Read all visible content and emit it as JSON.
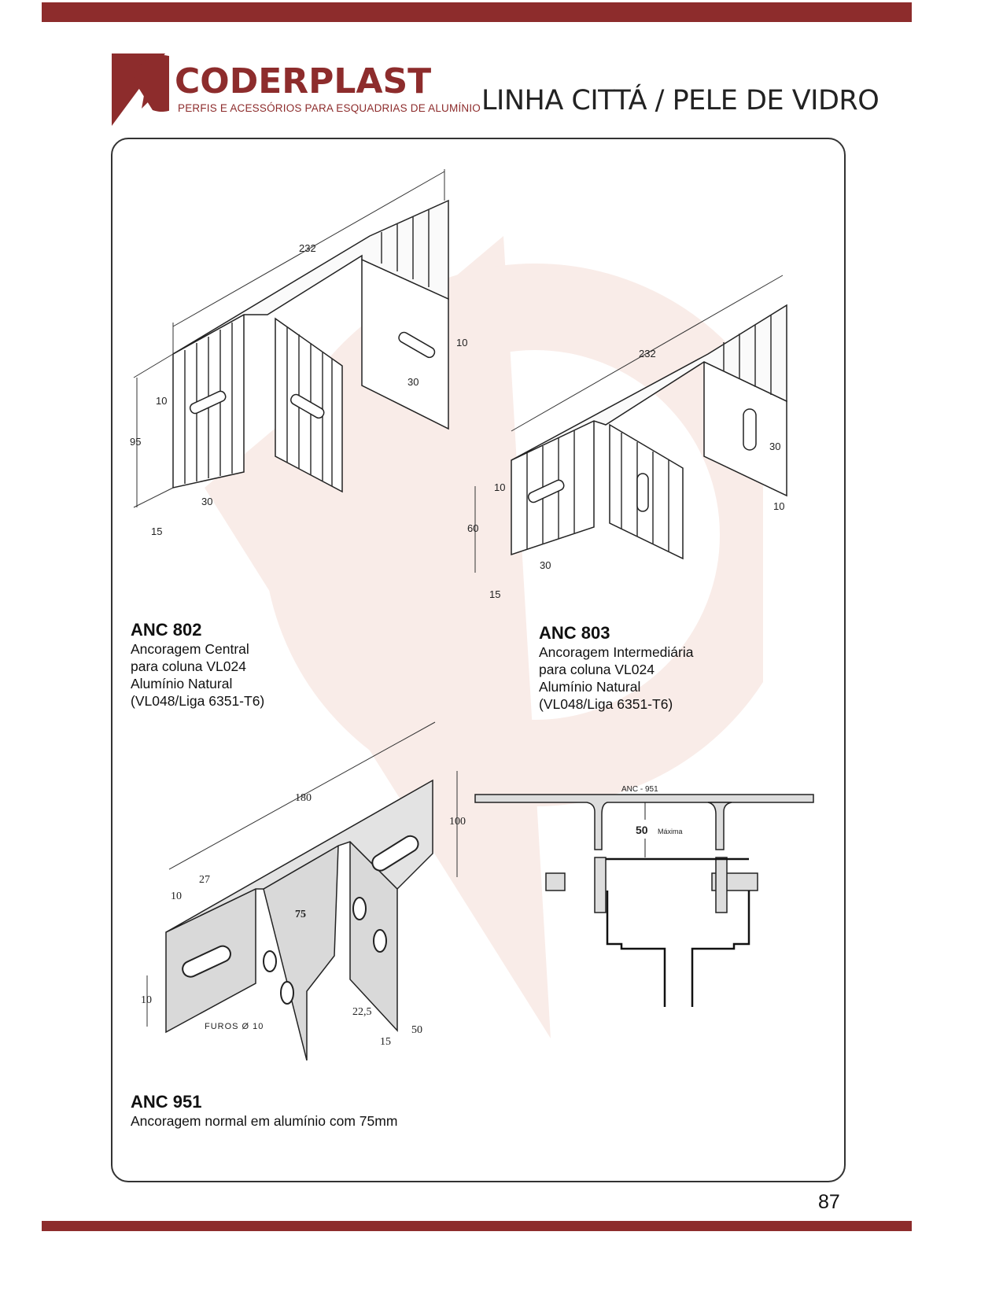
{
  "header": {
    "brand": "CODERPLAST",
    "tagline": "PERFIS E ACESSÓRIOS PARA ESQUADRIAS DE ALUMÍNIO",
    "series_title": "LINHA CITTÁ / PELE DE VIDRO"
  },
  "colors": {
    "brand": "#8d2c2c",
    "watermark": "#f7e7e2"
  },
  "products": [
    {
      "code": "ANC 802",
      "lines": [
        "Ancoragem Central",
        "para coluna VL024",
        "Alumínio Natural",
        "(VL048/Liga 6351-T6)"
      ],
      "dims": {
        "length": "232",
        "height": "95",
        "slot_h": "10",
        "slot_w": "30",
        "edge": "15",
        "slot_h2": "10",
        "slot_w2": "30"
      }
    },
    {
      "code": "ANC 803",
      "lines": [
        "Ancoragem Intermediária",
        "para coluna VL024",
        "Alumínio Natural",
        "(VL048/Liga 6351-T6)"
      ],
      "dims": {
        "length": "232",
        "height": "60",
        "slot_h": "10",
        "slot_w": "30",
        "edge": "15",
        "slot_v": "30",
        "slot_v_w": "10"
      }
    },
    {
      "code": "ANC 951",
      "lines": [
        "Ancoragem normal em alumínio com 75mm"
      ],
      "dims": {
        "length": "180",
        "height": "100",
        "offset": "27",
        "edge_top": "10",
        "edge_bottom": "10",
        "depth": "75",
        "holes": "FUROS Ø 10",
        "d1": "22,5",
        "d2": "15",
        "d3": "50"
      }
    }
  ],
  "section": {
    "title": "ANC - 951",
    "gap": "50",
    "gap_note": "Máxima"
  },
  "page_number": "87"
}
